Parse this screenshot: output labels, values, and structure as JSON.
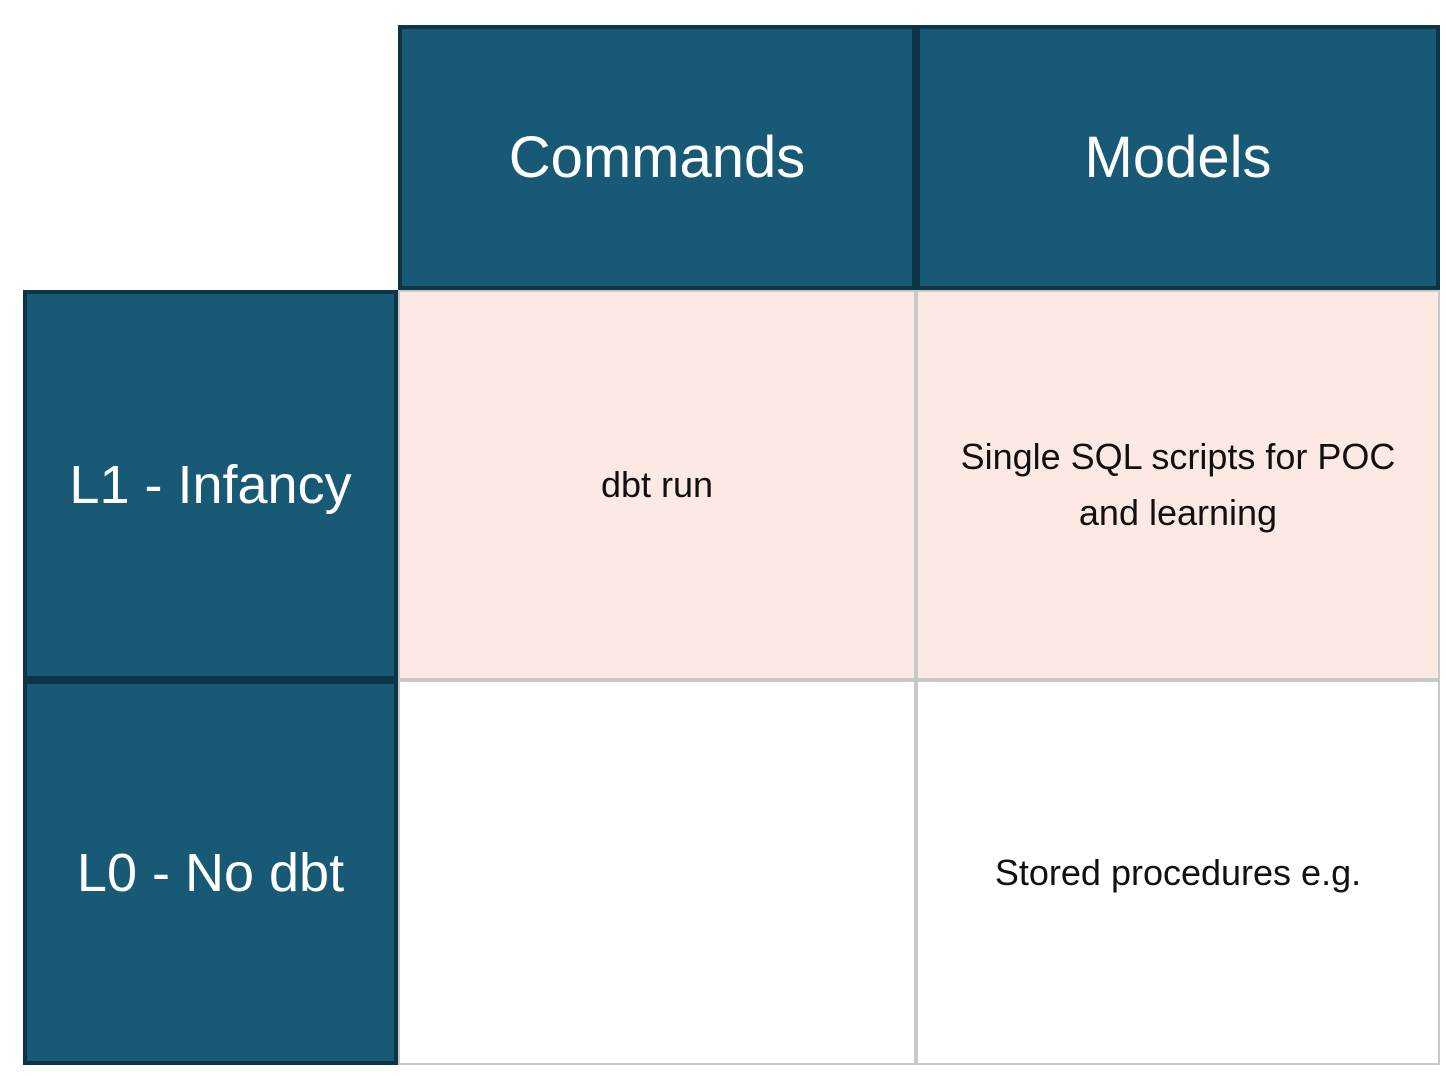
{
  "matrix": {
    "column_headers": [
      "Commands",
      "Models"
    ],
    "rows": [
      {
        "label": "L1 - Infancy",
        "highlighted": true,
        "cells": [
          "dbt run",
          "Single SQL scripts for POC and learning"
        ]
      },
      {
        "label": "L0 - No dbt",
        "highlighted": false,
        "cells": [
          "",
          "Stored procedures e.g."
        ]
      }
    ]
  },
  "colors": {
    "teal": "#185a75",
    "teal_border": "#0d3447",
    "pink": "#fce9e4",
    "grid_gray": "#c8c8c8",
    "text_dark": "#111111",
    "text_light": "#ffffff",
    "page_bg": "#ffffff"
  }
}
